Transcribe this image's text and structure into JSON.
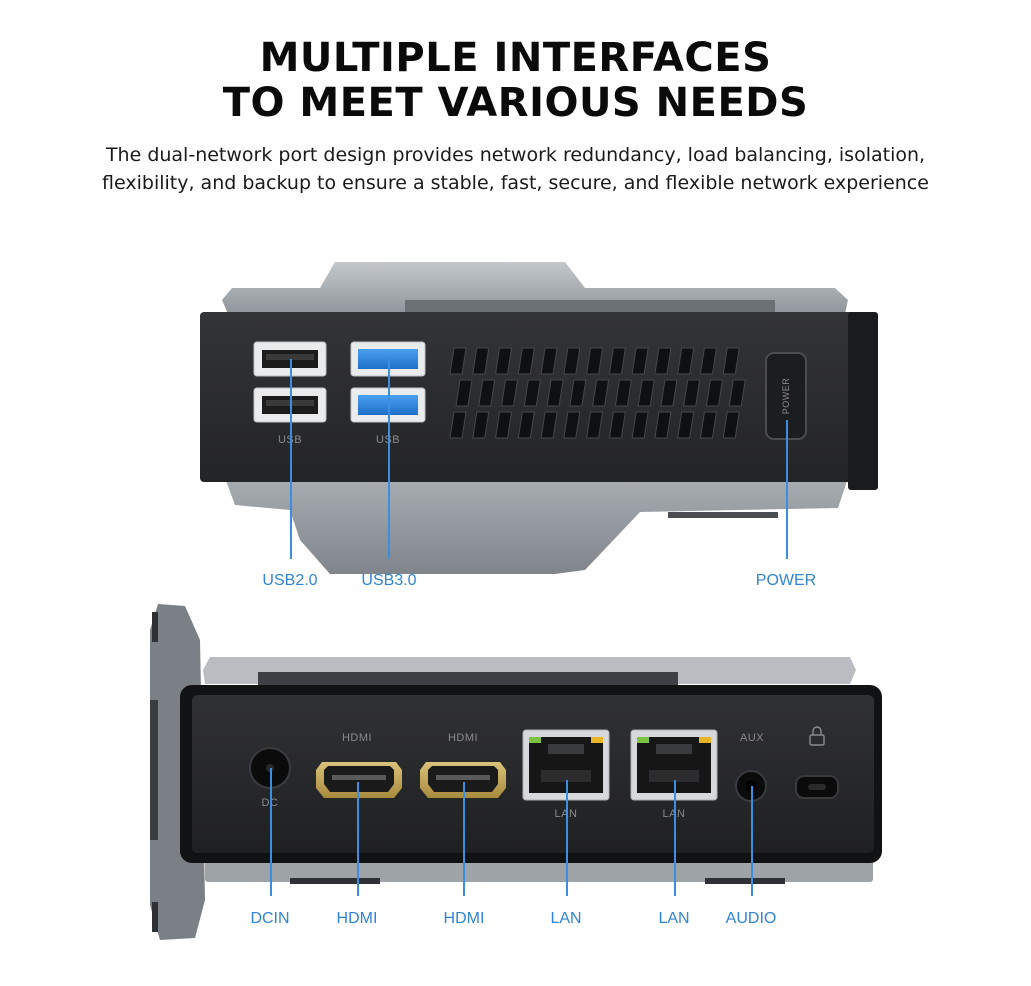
{
  "heading": {
    "line1": "MULTIPLE INTERFACES",
    "line2": "TO MEET VARIOUS NEEDS"
  },
  "subtitle": {
    "line1": "The dual-network port design provides network redundancy, load balancing, isolation,",
    "line2": "flexibility, and backup to ensure a stable, fast, secure, and flexible network experience"
  },
  "front_panel": {
    "silk_usb_left": "USB",
    "silk_usb_right": "USB",
    "power_button_text": "POWER",
    "callouts": {
      "usb2": "USB2.0",
      "usb3": "USB3.0",
      "power": "POWER"
    }
  },
  "rear_panel": {
    "silk_dc": "DC",
    "silk_hdmi_1": "HDMI",
    "silk_hdmi_2": "HDMI",
    "silk_lan_1": "LAN",
    "silk_lan_2": "LAN",
    "silk_aux": "AUX",
    "callouts": {
      "dcin": "DCIN",
      "hdmi_1": "HDMI",
      "hdmi_2": "HDMI",
      "lan_1": "LAN",
      "lan_2": "LAN",
      "audio": "AUDIO"
    }
  },
  "colors": {
    "callout_text": "#2f84d6",
    "callout_line": "#3a8fe0",
    "chassis": "#2a2b2d",
    "shell": "#9aa0a6",
    "usb3_blue": "#2a7fd8"
  }
}
